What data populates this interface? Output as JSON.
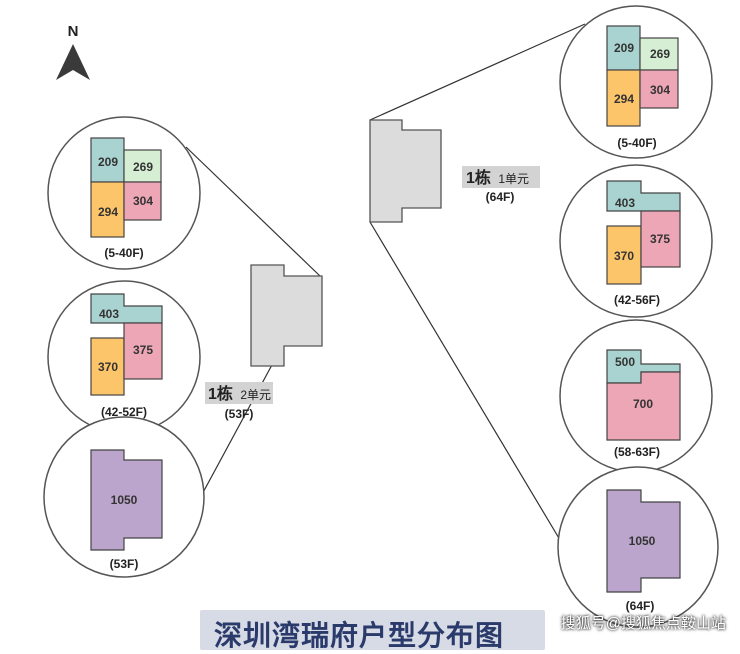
{
  "title": "深圳湾瑞府户型分布图",
  "watermark": "搜狐号@搜狐焦点鞍山站",
  "compass_label": "N",
  "colors": {
    "teal": "#a9d3d0",
    "green": "#d6eed4",
    "orange": "#fdc56a",
    "pink": "#eda6b6",
    "purple": "#bca5cc",
    "building": "#dcdcdc",
    "label_bg": "#d3d3d3"
  },
  "buildings": {
    "unit2": {
      "name": "1栋",
      "unit": "2单元",
      "floors": "(53F)"
    },
    "unit1": {
      "name": "1栋",
      "unit": "1单元",
      "floors": "(64F)"
    }
  },
  "left_circles": [
    {
      "range": "(5-40F)",
      "units": [
        "209",
        "269",
        "294",
        "304"
      ]
    },
    {
      "range": "(42-52F)",
      "units": [
        "403",
        "370",
        "375"
      ]
    },
    {
      "range": "(53F)",
      "units": [
        "1050"
      ]
    }
  ],
  "right_circles": [
    {
      "range": "(5-40F)",
      "units": [
        "209",
        "269",
        "294",
        "304"
      ]
    },
    {
      "range": "(42-56F)",
      "units": [
        "403",
        "370",
        "375"
      ]
    },
    {
      "range": "(58-63F)",
      "units": [
        "500",
        "700"
      ]
    },
    {
      "range": "(64F)",
      "units": [
        "1050"
      ]
    }
  ]
}
